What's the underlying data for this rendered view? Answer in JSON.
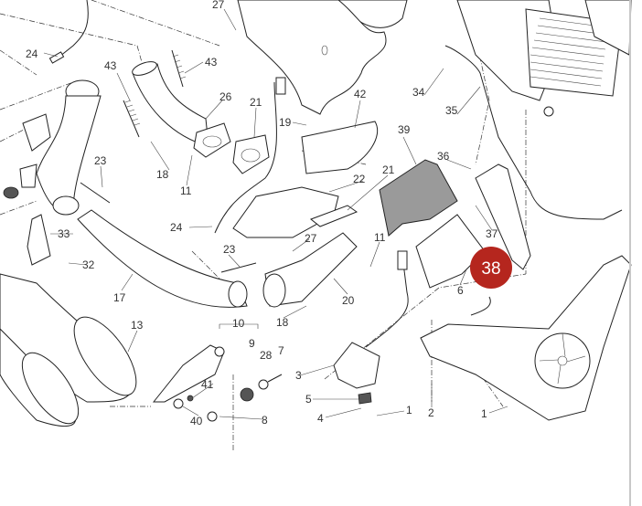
{
  "diagram": {
    "highlight": {
      "label": "38",
      "color": "#b5261e"
    },
    "labels": [
      "27",
      "24",
      "43",
      "43",
      "26",
      "21",
      "19",
      "42",
      "34",
      "35",
      "18",
      "11",
      "23",
      "39",
      "36",
      "22",
      "21",
      "24",
      "27",
      "11",
      "37",
      "33",
      "32",
      "23",
      "17",
      "20",
      "6",
      "18",
      "13",
      "10",
      "9",
      "28",
      "7",
      "3",
      "41",
      "5",
      "4",
      "1",
      "2",
      "1",
      "40",
      "8"
    ]
  }
}
